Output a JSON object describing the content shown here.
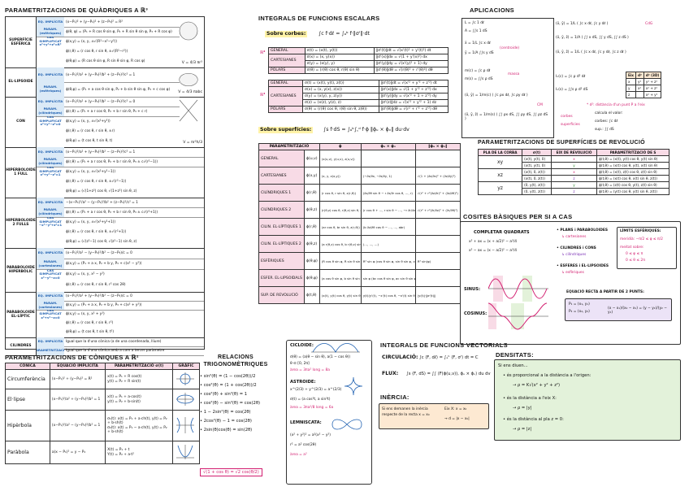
{
  "quadrics": {
    "title": "PARAMETRITZACIONS DE QUÀDRIQUES A ℝ³",
    "rows": [
      {
        "name": "SUPERFÍCIE ESFÈRICA",
        "r1_label": "EQ. IMPLÍCITA",
        "r1": "(x−P₁)² + (y−P₂)² + (z−P₃)² = R²",
        "r2_label": "PARAM. (esfèriques)",
        "r2": "ϕ(θ, φ) = (P₁ + R cos θ sin φ, P₂ + R sin θ sin φ, P₃ + R cos φ)",
        "r3_label": "CAS SIMPLIFICAT x²+y²+z²=R²",
        "r3": "ϕ(x,y) = (x, y, ±√(R²−x²−y²))",
        "r4": "ϕ(r,θ) = (r cos θ, r sin θ, ±√(R²−r²))",
        "r5": "ϕ(θ,φ) = (R cos θ sin φ, R sin θ sin φ, R cos φ)",
        "vol": "V = 4/3 πr³"
      },
      {
        "name": "EL·LIPSOIDE",
        "r1_label": "EQ. IMPLÍCITA",
        "r1": "(x−P₁)²/a² + (y−P₂)²/b² + (z−P₃)²/c² = 1",
        "r2_label": "PARAM. (esfèriques)",
        "r2": "ϕ(θ,φ) = (P₁ + a cos θ sin φ, P₂ + b sin θ sin φ, P₃ + c cos φ)",
        "vol": "V = 4/3 πabc"
      },
      {
        "name": "CON",
        "r1_label": "EQ. IMPLÍCITA",
        "r1": "(x−P₁)²/a² + (y−P₂)²/b² − (z−P₃)²/c² = 0",
        "r2_label": "PARAM. (cilíndriques)",
        "r2": "ϕ(r,θ) = (P₁ + a r cos θ, P₂ + b r sin θ, P₃ + c r)",
        "r3_label": "CAS SIMPLIFICAT x²+y²−z²=0",
        "r3": "ϕ(x,y) = (x, y, ±√(x²+y²))",
        "r4": "ϕ(r,θ) = (r cos θ, r sin θ, ±r)",
        "r5": "ϕ(θ,φ) = (t cos θ, t sin θ, t)",
        "vol": "V = πr²h/3"
      },
      {
        "name": "HIPERBOLOIDE 1 FULL",
        "r1_label": "EQ. IMPLÍCITA",
        "r1": "(x−P₁)²/a² + (y−P₂)²/b² − (z−P₃)²/c² = 1",
        "r2_label": "PARAM. (cilíndriques)",
        "r2": "ϕ(r,θ) = (P₁ + a r cos θ, P₂ + b r sin θ, P₃ ± c√(r²−1))",
        "r3_label": "CAS SIMPLIFICAT x²+y²−z²=1",
        "r3": "ϕ(x,y) = (x, y, ±√(x²+y²−1))",
        "r4": "ϕ(r,θ) = (r cos θ, r sin θ, ±√(r²−1))",
        "r5": "ϕ(θ,φ) = (√(1+z²) cos θ, √(1+z²) sin θ, z)"
      },
      {
        "name": "HIPERBOLOIDE 2 FULLS",
        "r1_label": "EQ. IMPLÍCITA",
        "r1": "−(x−P₁)²/a² − (y−P₂)²/b² + (z−P₃)²/c² = 1",
        "r2_label": "PARAM. (cilíndriques)",
        "r2": "ϕ(r,θ) = (P₁ + a r cos θ, P₂ + b r sin θ, P₃ ± c√(r²+1))",
        "r3_label": "CAS SIMPLIFICAT −x²−y²+z²=1",
        "r3": "ϕ(x,y) = (x, y, ±√(x²+y²+1))",
        "r4": "ϕ(r,θ) = (r cos θ, r sin θ, ±√(r²+1))",
        "r5": "ϕ(θ,φ) = (√(z²−1) cos θ, √(z²−1) sin θ, z)"
      },
      {
        "name": "PARABOLOIDE HIPERBÒLIC",
        "r1_label": "EQ. IMPLÍCITA",
        "r1": "(x−P₁)²/a² − (y−P₂)²/b² − (z−P₃)/c = 0",
        "r2_label": "PARAM. (cartesianes)",
        "r2": "ϕ(x,y) = (P₁ + a x, P₂ + b y, P₃ + c(x² − y²))",
        "r3_label": "CAS SIMPLIFICAT x²−y²−z=0",
        "r3": "ϕ(x,y) = (x, y, x² − y²)",
        "r4": "ϕ(r,θ) = (r cos θ, r sin θ, r² cos 2θ)"
      },
      {
        "name": "PARABOLOIDE EL·LÍPTIC",
        "r1_label": "EQ. IMPLÍCITA",
        "r1": "(x−P₁)²/a² + (y−P₂)²/b² − (z−P₃)/c = 0",
        "r2_label": "PARAM. (cartesianes)",
        "r2": "ϕ(x,y) = (P₁ + a x, P₂ + b y, P₃ + c(x² + y²))",
        "r3_label": "CAS SIMPLIFICAT x²+y²−z=0",
        "r3": "ϕ(x,y) = (x, y, x² + y²)",
        "r4": "ϕ(r,θ) = (r cos θ, r sin θ, r²)",
        "r5": "ϕ(θ,φ) = (t cos θ, t sin θ, t²)"
      },
      {
        "name": "CILINDRES",
        "r1_label": "EQ. IMPLÍCITA",
        "r1": "Igual que la d'una cònica (a de una coordenada, lliure)",
        "r2_label": "PARAMETRITZACIÓ",
        "r2": "Igual que la d'una cònica amb a com a tercer paràmetre"
      }
    ]
  },
  "conics": {
    "title": "PARAMETRITZACIONS DE CÒNIQUES A ℝ²",
    "headers": [
      "CÒNICA",
      "EQUACIÓ IMPLÍCITA",
      "PARAMETRITZACIÓ σ(t)",
      "GRÀFIC"
    ],
    "rows": [
      {
        "name": "Circumferència",
        "eq": "(x−P₁)² + (y−P₂)² = R²",
        "p1": "x(t) = P₁ + R cos(t)",
        "p2": "y(t) = P₂ + R sin(t)"
      },
      {
        "name": "El·lipse",
        "eq": "(x−P₁)²/a² + (y−P₂)²/b² = 1",
        "p1": "x(t) = P₁ + a·cos(t)",
        "p2": "y(t) = P₂ + b·sin(t)"
      },
      {
        "name": "Hipèrbola",
        "eq": "(x−P₁)²/a² − (y−P₂)²/b² = 1",
        "p1": "σ₁(t): x(t) = P₁ + a·ch(t), y(t) = P₂ + b·sh(t)",
        "p2": "σ₂(t): x(t) = P₁ − a·ch(t), y(t) = P₂ + b·sh(t)"
      },
      {
        "name": "Paràbola",
        "eq": "a(x − P₁)² = y − P₂",
        "p1": "X(t) = P₁ + t",
        "p2": "Y(t) = P₂ + a·t²"
      }
    ]
  },
  "trig": {
    "title": "RELACIONS TRIGONOMÈTRIQUES",
    "lines": [
      "• sin²(θ) = (1 − cos(2θ))/2",
      "• cos²(θ) = (1 + cos(2θ))/2",
      "• cos²(θ) + sin²(θ) = 1",
      "• cos²(θ) − sin²(θ) = cos(2θ)",
      "• 1 − 2sin²(θ) = cos(2θ)",
      "• 2cos²(θ) − 1 = cos(2θ)",
      "• 2sin(θ)cos(θ) = sin(2θ)"
    ],
    "footer": "√(1 + cos θ) = √2 cos(θ/2)"
  },
  "scalar": {
    "title": "INTEGRALS DE FUNCIONS ESCALARS",
    "curves_label": "Sobre corbes:",
    "curves_formula": "∫c f·dℓ = ∫ₐᵇ f·‖σ'‖·dt",
    "curves_rows": [
      {
        "name": "GENERAL",
        "a": "σ(t) = (x(t), y(t))",
        "b": "‖σ'(t)‖dt = √(x'(t)² + y'(t)²) dt"
      },
      {
        "name": "CARTESIANES",
        "a": "σ(x) = (x, y(x))",
        "b": "‖σ'(x)‖dx = √(1 + y'(x)²) dx"
      },
      {
        "name": "",
        "a": "σ(y) = (x(y), y)",
        "b": "‖σ'(y)‖dy = √(x'(y)² + 1) dy"
      },
      {
        "name": "POLARS",
        "a": "σ(θ) = (r(θ) cos θ, r(θ) sin θ)",
        "b": "‖σ'(θ)‖dθ = √(r(θ)² + r'(θ)²) dθ"
      }
    ],
    "curves3_rows": [
      {
        "name": "GENERAL",
        "a": "σ(t) = (x(t), y(t), z(t))",
        "b": "‖σ'(t)‖dt = √(x'² + y'² + z'²) dt"
      },
      {
        "name": "CARTESIANES",
        "a": "σ(x) = (x, y(x), z(x))",
        "b": "‖σ'(x)‖dx = √(1 + y'² + z'²) dx"
      },
      {
        "name": "",
        "a": "σ(y) = (x(y), y, z(y))",
        "b": "‖σ'(y)‖dy = √(x'² + 1 + z'²) dy"
      },
      {
        "name": "",
        "a": "σ(z) = (x(z), y(z), z)",
        "b": "‖σ'(z)‖dz = √(x'² + y'² + 1) dz"
      },
      {
        "name": "POLARS",
        "a": "σ(θ) = (r(θ) cos θ, r(θ) sin θ, z(θ))",
        "b": "‖σ'(θ)‖dθ = √(r² + r'² + z'²) dθ"
      }
    ],
    "surf_label": "Sobre superfícies:",
    "surf_formula": "∫s f·dS = ∫ₐᵇ∫꜀ᵈ f·ϕ ‖ϕᵤ × ϕᵥ‖ du·dv",
    "surf_headers": [
      "PARAMETRITZACIÓ",
      "ϕ",
      "ϕᵤ × ϕᵥ",
      "‖ϕᵤ × ϕᵥ‖"
    ],
    "surf_rows": [
      {
        "name": "GENERAL",
        "phi": "ϕ(u,v)",
        "d1": "(x(u,v), y(u,v), z(u,v))",
        "d2": "",
        "d3": ""
      },
      {
        "name": "CARTESIANES",
        "phi": "ϕ(x,y)",
        "d1": "(x, y, z(x,y))",
        "d2": "(−∂z/∂x, −∂z/∂y, 1)",
        "d3": "√(1 + (∂z/∂x)² + (∂z/∂y)²)"
      },
      {
        "name": "CILÍNDRIQUES 1",
        "phi": "ϕ(r,θ)",
        "d1": "(r cos θ, r sin θ, z(r,θ))",
        "d2": "(∂z/∂θ sin θ − r ∂z/∂r cos θ, …, r)",
        "d3": "√(r² + r²(∂z/∂r)² + (∂z/∂θ)²)"
      },
      {
        "name": "CILÍNDRIQUES 2",
        "phi": "ϕ(θ,z)",
        "d1": "(r(θ,z) cos θ, r(θ,z) sin θ, z)",
        "d2": "(r cos θ + …, r sin θ − …, −r ∂r/∂z)",
        "d3": "√(r² + r²(∂r/∂z)² + (∂r/∂θ)²)"
      },
      {
        "name": "CILIN. EL·LÍPTIQUES 1",
        "phi": "ϕ(r,θ)",
        "d1": "(ar cos θ, br sin θ, z(r,θ))",
        "d2": "(b ∂z/∂θ cos θ − …, …, abr)",
        "d3": ""
      },
      {
        "name": "CILIN. EL·LÍPTIQUES 2",
        "phi": "ϕ(θ,z)",
        "d1": "(a r(θ,z) cos θ, b r(θ,z) sin θ, z)",
        "d2": "(…, …, …)",
        "d3": ""
      },
      {
        "name": "ESFÈRIQUES",
        "phi": "ϕ(θ,φ)",
        "d1": "(R cos θ sin φ, R sin θ sin φ, R cos φ)",
        "d2": "R² sin φ (cos θ sin φ, sin θ sin φ, cos φ)",
        "d3": "R² sin(φ)"
      },
      {
        "name": "ESFER. EL·LIPSOIDALS",
        "phi": "ϕ(θ,φ)",
        "d1": "(a cos θ sin φ, b sin θ sin φ, c cos φ)",
        "d2": "sin φ (bc cos θ sin φ, ac sin θ sin φ, ab cos φ)",
        "d3": ""
      },
      {
        "name": "SUP. DE REVOLUCIÓ",
        "phi": "ϕ(t,θ)",
        "d1": "(x(t), y(t) cos θ, y(t) sin θ)",
        "d2": "y(t)(y'(t), −x'(t) cos θ, −x'(t) sin θ)",
        "d3": "|y(t)|·‖σ'(t)‖"
      }
    ]
  },
  "cycloid": {
    "title": "CICLOIDE:",
    "l1": "σ(θ) = (a(θ − sin θ), a(1 − cos θ))",
    "l2": "θ ∈ [0, 2π]",
    "l3": "àrea = 3πa²  long = 8a",
    "astroid_title": "ASTROIDE:",
    "a1": "x^(2/3) + y^(2/3) = a^(2/3)",
    "a2": "σ(t) = (a cos³t, a sin³t)",
    "a3": "àrea = 3πa²/8  long = 6a",
    "lemn_title": "LEMNISCATA:",
    "l4": "(x² + y²)² = a²(x² − y²)",
    "l5": "r² = a² cos(2θ)",
    "l6": "àrea = a²"
  },
  "vector": {
    "title": "INTEGRALS DE FUNCIONS VECTORIALS",
    "circ_label": "CIRCULACIÓ:",
    "circ": "∫c ⟨F, dℓ⟩ = ∫ₐᵇ ⟨F, σ'⟩ dt = C",
    "flux_label": "FLUX:",
    "flux": "∫s ⟨F, dS⟩ = ∫∫ ⟨F(ϕ(u,v)), ϕᵤ × ϕᵥ⟩ du dv"
  },
  "inertia": {
    "title": "INÈRCIA:",
    "l1": "Si ens demanen la inèrcia respecte de la recta x = x₀",
    "l2": "Eix X: x = x₀",
    "l3": "→ d = |x − x₀|"
  },
  "densitats": {
    "title": "DENSITATS:",
    "intro": "Si ens diuen...",
    "items": [
      {
        "t": "• és proporcional a la distància a l'origen:",
        "f": "→ ρ = K√(x² + y² + z²)"
      },
      {
        "t": "• és la distància a l'eix X:",
        "f": "→ ρ = |y|"
      },
      {
        "t": "• és la distància al pla z = 0:",
        "f": "→ ρ = |z|"
      }
    ]
  },
  "applications": {
    "title": "APLICACIONS",
    "left": [
      "L = ∫c 1 dℓ",
      "A = ∫∫s 1 dS",
      "x̄ = 1/L ∫c x dℓ",
      "ȳ = 1/A ∫∫s y dS",
      "m(c) = ∫c ρ dℓ",
      "m(s) = ∫∫s ρ dS",
      "(x̄, ȳ) = 1/m(c) ( ∫c ρx dℓ, ∫c ρy dℓ )",
      "(x̄, ȳ, z̄) = 1/m(s) ( ∫∫ ρx dS, ∫∫ ρy dS, ∫∫ ρz dS )"
    ],
    "centroid_note": "(centroide)",
    "mass_note": "massa",
    "cm_note": "CM",
    "right": [
      "(x̄, ȳ) = 1/L ( ∫c x dℓ, ∫c y dℓ )",
      "(x̄, ȳ, z̄) = 1/A ( ∫∫ x dS, ∫∫ y dS, ∫∫ z dS )",
      "(x̄, ȳ, z̄) = 1/L ( ∫c x dℓ, ∫c y dℓ, ∫c z dℓ )",
      "Iₓ(c) = ∫c ρ d² dℓ",
      "Iₓ(s) = ∫∫s ρ d² dS"
    ],
    "cdg": "CdG",
    "eix_headers": [
      "Eix",
      "d²",
      "d² (3D)"
    ],
    "eix_rows": [
      [
        "x",
        "y²",
        "y² + z²"
      ],
      [
        "y",
        "x²",
        "x² + z²"
      ],
      [
        "z",
        "",
        "x² + y²"
      ]
    ],
    "note1": "* d²: distància d'un punt P a l'eix",
    "note2": "corbes",
    "note3": "superfícies",
    "calc1": "calcula el valor:",
    "calc2": "corbes: ∫c dℓ",
    "calc3": "sup.: ∫∫ dS"
  },
  "revolution": {
    "title": "PARAMETRITZACIONS DE SUPERFÍCIES DE REVOLUCIÓ",
    "headers": [
      "PLA DE LA CORBA",
      "σ(t)",
      "EIX DE REVOLUCIÓ",
      "PARAMETRITZACIÓ DE S"
    ],
    "rows": [
      {
        "pla": "xy",
        "s1": "(x(t), y(t), 0)",
        "s2": "(x(t), y(t), 0)",
        "e1": "x",
        "e2": "y",
        "p1": "ϕ(t,θ) = (x(t), y(t) cos θ, y(t) sin θ)",
        "p2": "ϕ(t,θ) = (x(t) cos θ, y(t), x(t) sin θ)"
      },
      {
        "pla": "xz",
        "s1": "(x(t), 0, z(t))",
        "s2": "(x(t), 0, z(t))",
        "e1": "x",
        "e2": "z",
        "p1": "ϕ(t,θ) = (x(t), z(t) cos θ, z(t) sin θ)",
        "p2": "ϕ(t,θ) = (x(t) cos θ, x(t) sin θ, z(t))"
      },
      {
        "pla": "yz",
        "s1": "(0, y(t), z(t))",
        "s2": "(0, y(t), z(t))",
        "e1": "y",
        "e2": "z",
        "p1": "ϕ(t,θ) = (z(t) cos θ, y(t), z(t) sin θ)",
        "p2": "ϕ(t,θ) = (y(t) cos θ, y(t) sin θ, z(t))"
      }
    ]
  },
  "basics": {
    "title": "COSITES BÀSIQUES PER SI A CAS",
    "complete": "COMPLETAR QUADRATS",
    "c1": "x² + ax = (x + a/2)² − a²/4",
    "c2": "x² − ax = (x − a/2)² − a²/4",
    "sin_label": "SINUS:",
    "cos_label": "COSINUS:",
    "b1": "• PLANS i PARABOLOIDES",
    "b1s": "↳ cartesianes",
    "b2": "• CILINDRES i CONS",
    "b2s": "↳ cilíndriques",
    "b3": "• ESFERES i EL·LIPSOIDES",
    "b3s": "↳ esfèriques",
    "limits_title": "LÍMITS ESFÈRIQUES:",
    "lim1": "meridià: −π/2 ≤ φ ≤ π/2",
    "lim2": "meitat sobre:",
    "lim3": "0 ≤ φ ≤ π",
    "lim4": "0 ≤ θ ≤ 2π",
    "line_title": "EQUACIÓ RECTA A PARTIR DE 2 PUNTS:",
    "line1": "P₁ = (x₁, y₁)",
    "line2": "P₂ = (x₂, y₂)",
    "line3": "(x − x₁)/(x₂ − x₁) = (y − y₁)/(y₂ − y₁)"
  },
  "colors": {
    "pink": "#d21d6f",
    "blue": "#1d5fb0",
    "green": "#2c8a2c",
    "highlight": "#fff3a8"
  }
}
